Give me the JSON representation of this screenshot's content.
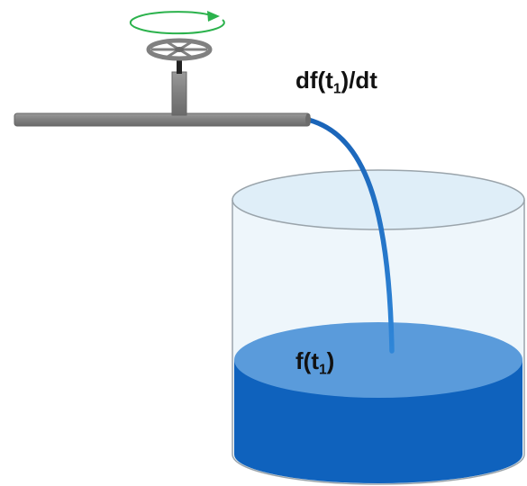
{
  "diagram": {
    "rate_label": {
      "prefix": "df(t",
      "subscript": "1",
      "suffix": ")/dt"
    },
    "level_label": {
      "prefix": "f(t",
      "subscript": "1",
      "suffix": ")"
    }
  },
  "colors": {
    "rotation_arrow": "#2bb24c",
    "pipe": "#7f7f7f",
    "pipe_dark": "#666666",
    "valve_stem": "#222222",
    "water_stream": "#1f6fc6",
    "tank_glass": "#eef6fb",
    "tank_outline": "#9aa4ab",
    "water_body": "#0f62bd",
    "water_surface": "#5a9bdb",
    "label_text": "#111111"
  },
  "icons": {
    "valve": "valve-handwheel-icon",
    "rotation": "rotation-arrow-icon"
  }
}
